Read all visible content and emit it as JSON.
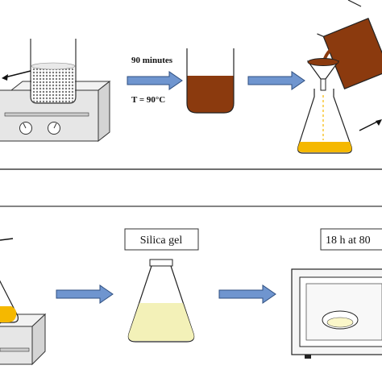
{
  "step1": {
    "time_label": "90 minutes",
    "temp_label": "T = 90°C"
  },
  "step2": {
    "reagent_label": "Silica gel",
    "oven_label": "18 h at 80"
  },
  "colors": {
    "extract_brown": "#8b3a0e",
    "filtrate_yellow": "#f5b800",
    "pale_solution": "#f3f1b8",
    "arrow_fill": "#6f95cf",
    "arrow_stroke": "#2f4f80",
    "hotplate_grey": "#e6e6e6",
    "divider": "#333333"
  },
  "icons": [
    "beaker-icon",
    "hotplate-icon",
    "funnel-icon",
    "erlenmeyer-flask-icon",
    "oven-icon",
    "petri-dish-icon",
    "process-arrow-icon"
  ]
}
